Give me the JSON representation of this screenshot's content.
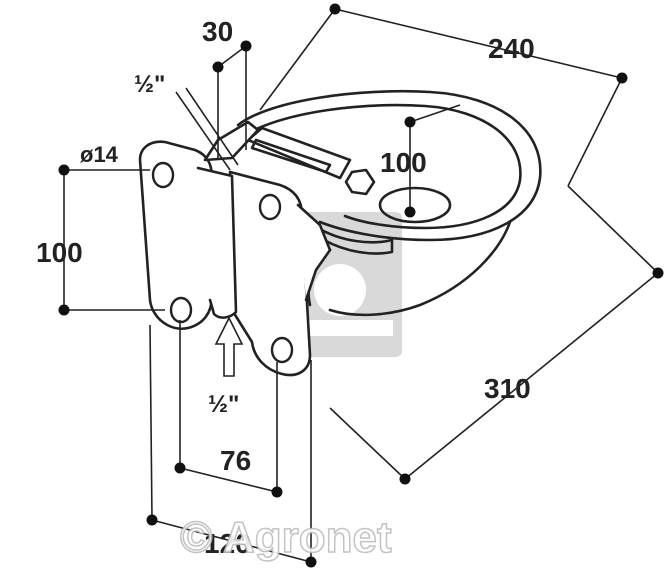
{
  "dimensions": {
    "d240": "240",
    "d30": "30",
    "d_half_top": "½\"",
    "d_phi14": "ø14",
    "d100_left": "100",
    "d100_bowl": "100",
    "d310": "310",
    "d_half_bottom": "½\"",
    "d76": "76",
    "d120": "120"
  },
  "watermark": {
    "text": "© Agronet"
  }
}
